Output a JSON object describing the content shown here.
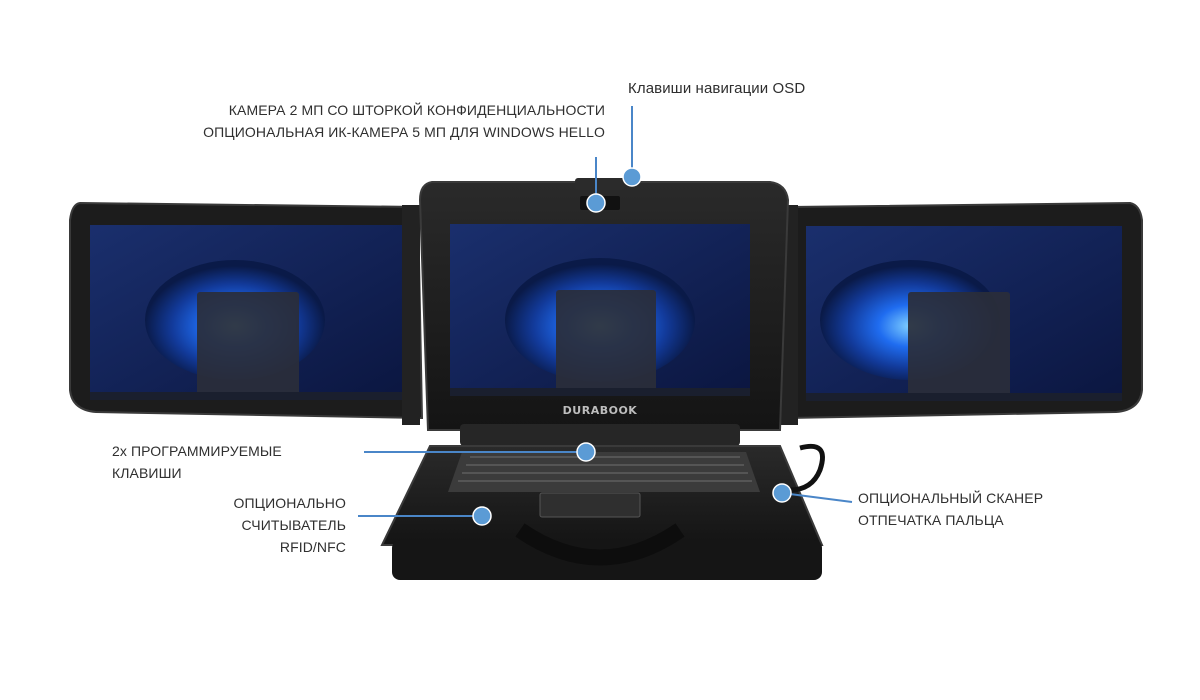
{
  "callouts": {
    "camera": {
      "line1": "КАМЕРА 2 МП СО ШТОРКОЙ КОНФИДЕНЦИАЛЬНОСТИ",
      "line2": "ОПЦИОНАЛЬНАЯ ИК-КАМЕРА 5 МП ДЛЯ WINDOWS HELLO"
    },
    "osd": {
      "line1": "Клавиши навигации OSD"
    },
    "keys": {
      "line1": "2x ПРОГРАММИРУЕМЫЕ",
      "line2": "КЛАВИШИ"
    },
    "rfid": {
      "line1": "ОПЦИОНАЛЬНО",
      "line2": "СЧИТЫВАТЕЛЬ",
      "line3": "RFID/NFC"
    },
    "fingerprint": {
      "line1": "ОПЦИОНАЛЬНЫЙ СКАНЕР",
      "line2": "ОТПЕЧАТКА ПАЛЬЦА"
    }
  },
  "brand_logo": "DURABOOK",
  "colors": {
    "callout_dot": "#5b9bd5",
    "callout_line": "#4a86c8",
    "label_text": "#2f2f2f",
    "device_body": "#1f1f1f",
    "screen_bg": "#0b1a4a",
    "wallpaper_bloom": "#1f5fe0"
  }
}
